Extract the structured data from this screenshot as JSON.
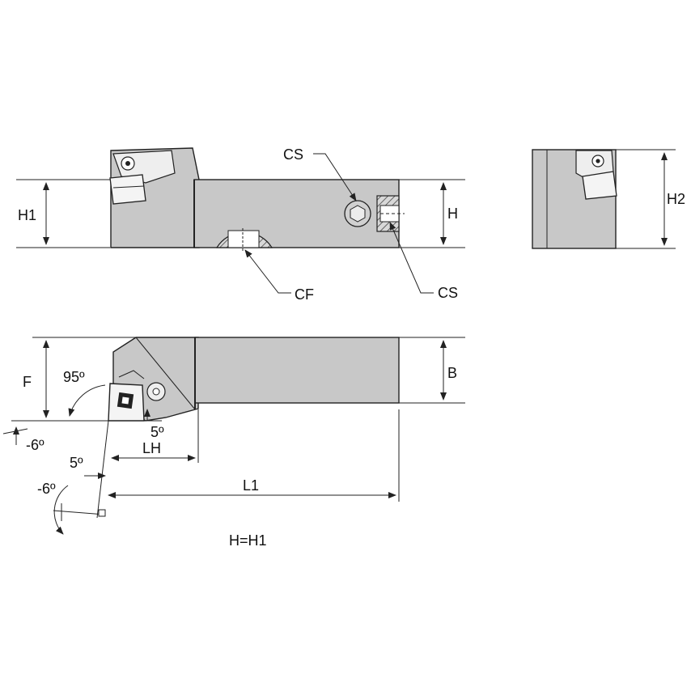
{
  "labels": {
    "h1": "H1",
    "h": "H",
    "h2": "H2",
    "cs_top": "CS",
    "cs_bottom": "CS",
    "cf": "CF",
    "b": "B",
    "f": "F",
    "angle_95": "95º",
    "angle_5a": "5º",
    "angle_5b": "5º",
    "angle_neg6a": "-6º",
    "angle_neg6b": "-6º",
    "lh": "LH",
    "l1": "L1",
    "note": "H=H1"
  },
  "colors": {
    "body_fill": "#c8c8c8",
    "insert_fill": "#f4f4f4",
    "line": "#222222"
  }
}
